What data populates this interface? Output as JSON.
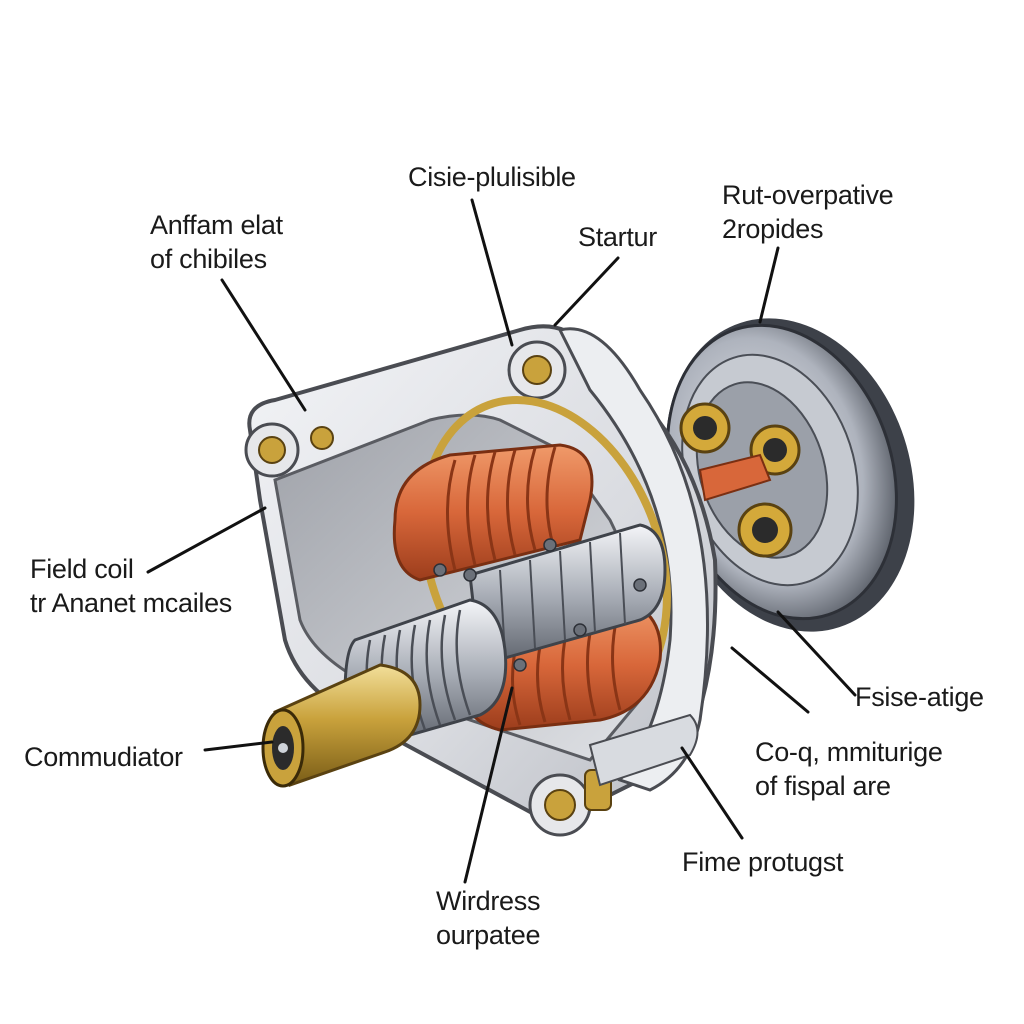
{
  "labels": {
    "top_center": "Cisie-plulisible",
    "top_left": [
      "Anffam elat",
      "of chibiles"
    ],
    "starter": "Startur",
    "top_right": [
      "Rut-overpative",
      "2ropides"
    ],
    "field_coil": [
      "Field coil",
      "tr Ananet mcailes"
    ],
    "commutator": "Commudiator",
    "right_mid": "Fsise-atige",
    "right_lower": [
      "Co-q, mmiturige",
      "of fispal are"
    ],
    "fime": "Fime protugst",
    "bottom": [
      "Wirdress",
      "ourpatee"
    ]
  },
  "colors": {
    "housing": "#e4e5e9",
    "housing_edge": "#4a4c52",
    "coil": "#d8673a",
    "coil_dark": "#a8431f",
    "shaft_brass": "#c9a23c",
    "steel": "#b9bec6",
    "gold_ring": "#d4a93a"
  }
}
